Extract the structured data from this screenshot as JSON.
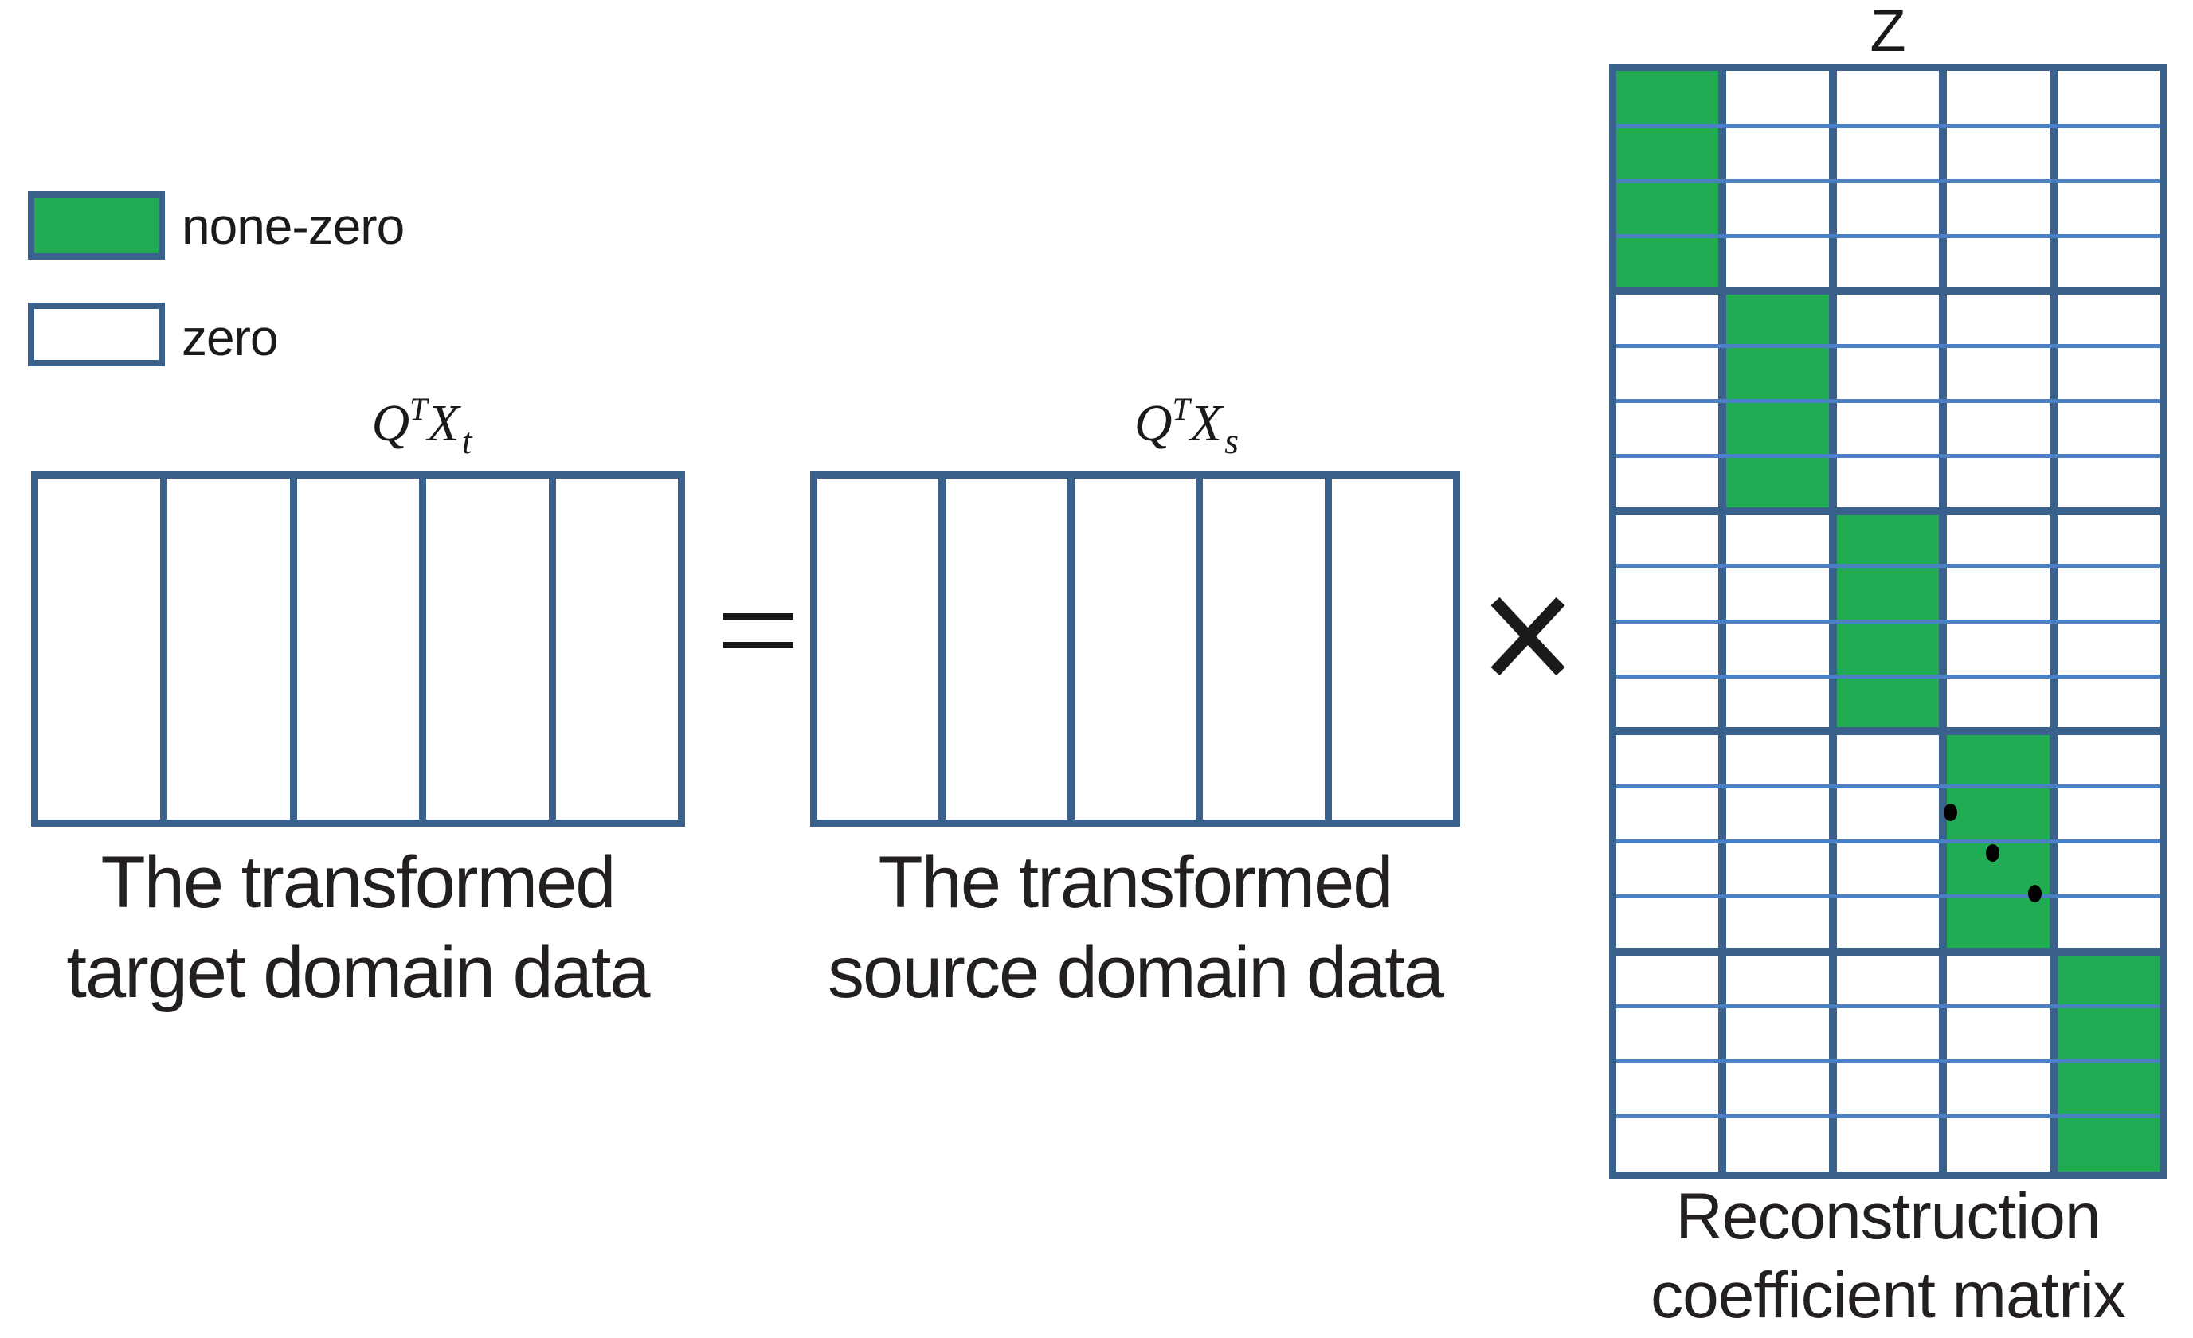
{
  "colors": {
    "green": "#21AC53",
    "dark_blue": "#3A618C",
    "light_blue": "#4B80C4",
    "text": "#231F20"
  },
  "legend": {
    "items": [
      {
        "id": "none-zero",
        "swatch": "green",
        "label": "none-zero"
      },
      {
        "id": "zero",
        "swatch": "white",
        "label": "zero"
      }
    ]
  },
  "target_matrix": {
    "formula": {
      "base": "Q",
      "superscript": "T",
      "variable": "X",
      "subscript": "t"
    },
    "columns": 5,
    "caption": [
      "The transformed",
      "target domain data"
    ]
  },
  "source_matrix": {
    "formula": {
      "base": "Q",
      "superscript": "T",
      "variable": "X",
      "subscript": "s"
    },
    "columns": 5,
    "caption": [
      "The transformed",
      "source domain data"
    ]
  },
  "operators": {
    "equals": "=",
    "times": "×"
  },
  "z_matrix": {
    "label": "Z",
    "caption": [
      "Reconstruction",
      "coefficient matrix"
    ],
    "columns": 5,
    "rows": 20,
    "rows_per_block": 4,
    "green_blocks": [
      {
        "block": 1,
        "column": 1,
        "row_start": 1,
        "row_end": 4
      },
      {
        "block": 2,
        "column": 2,
        "row_start": 5,
        "row_end": 8
      },
      {
        "block": 3,
        "column": 3,
        "row_start": 9,
        "row_end": 12
      },
      {
        "block": 4,
        "column": 4,
        "row_start": 13,
        "row_end": 16
      },
      {
        "block": 5,
        "column": 5,
        "row_start": 17,
        "row_end": 20
      }
    ],
    "ellipsis_dot_count": 3
  }
}
